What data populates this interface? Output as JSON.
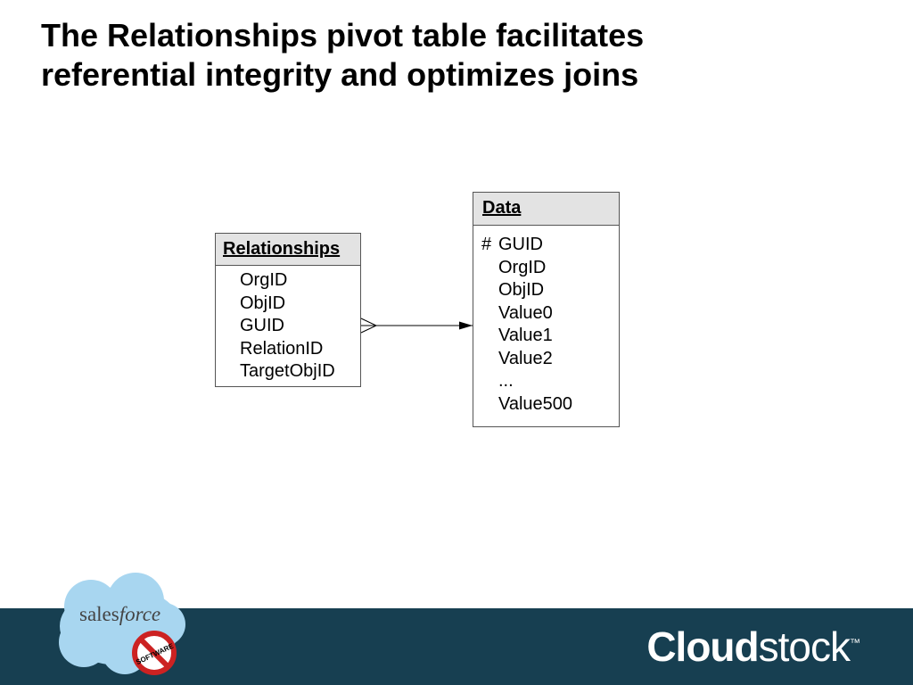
{
  "slide": {
    "title_line1": "The Relationships pivot table facilitates",
    "title_line2": "referential integrity and optimizes joins"
  },
  "diagram": {
    "relationships": {
      "name": "Relationships",
      "fields": [
        "OrgID",
        "ObjID",
        "GUID",
        "RelationID",
        "TargetObjID"
      ]
    },
    "data": {
      "name": "Data",
      "key_marker": "#",
      "key_field": "GUID",
      "fields": [
        "OrgID",
        "ObjID",
        "Value0",
        "Value1",
        "Value2",
        "...",
        "Value500"
      ]
    }
  },
  "footer": {
    "left_logo_word_a": "sales",
    "left_logo_word_b": "force",
    "badge_text": "SOFTWARE",
    "brand_bold": "Cloud",
    "brand_light": "stock",
    "brand_tm": "™",
    "colors": {
      "bar": "#173f51",
      "cloud": "#a8d6f0",
      "badge_red": "#cc2222"
    }
  }
}
